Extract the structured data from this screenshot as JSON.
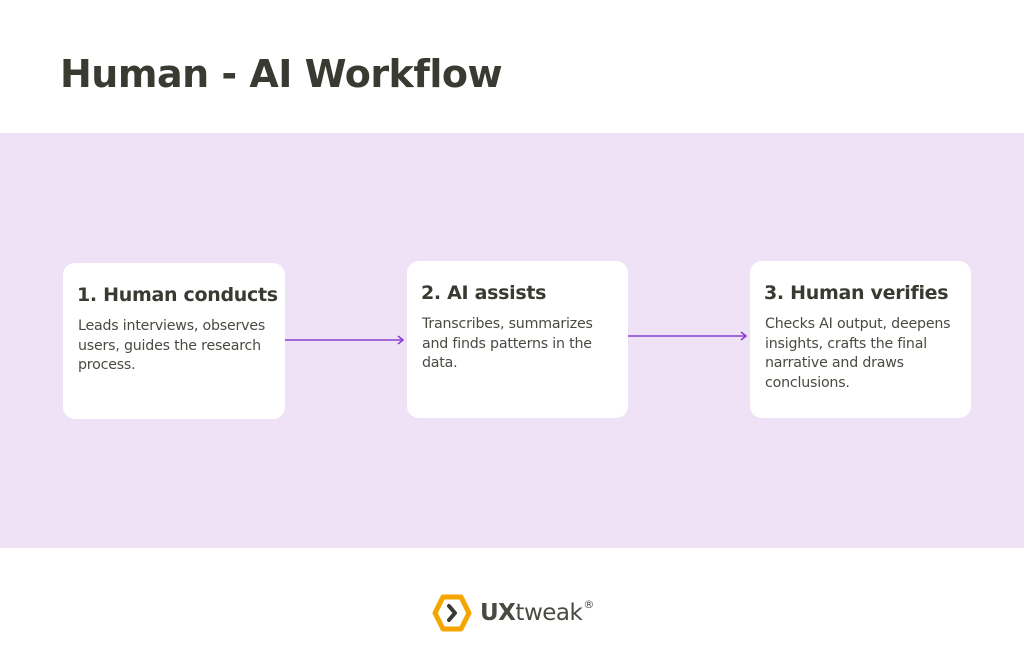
{
  "title": "Human - AI Workflow",
  "steps": [
    {
      "heading": "1. Human conducts",
      "description": "Leads interviews, observes users, guides the research process."
    },
    {
      "heading": "2. AI assists",
      "description": "Transcribes, summarizes and finds patterns in the data."
    },
    {
      "heading": "3. Human verifies",
      "description": "Checks AI output, deepens insights, crafts the final narrative and draws conclusions."
    }
  ],
  "connectors": [
    {
      "from": "1. Human conducts",
      "to": "2. AI assists",
      "icon": "arrow-right-icon"
    },
    {
      "from": "2. AI assists",
      "to": "3. Human verifies",
      "icon": "arrow-right-icon"
    }
  ],
  "logo": {
    "icon": "hexagon-chevron-icon",
    "brand_bold": "UX",
    "brand_rest": "tweak",
    "registered": "®"
  },
  "colors": {
    "band_background": "#efe2f7",
    "arrow": "#8a3fd1",
    "title_text": "#3a3a32",
    "logo_hexagon": "#f5a500"
  }
}
